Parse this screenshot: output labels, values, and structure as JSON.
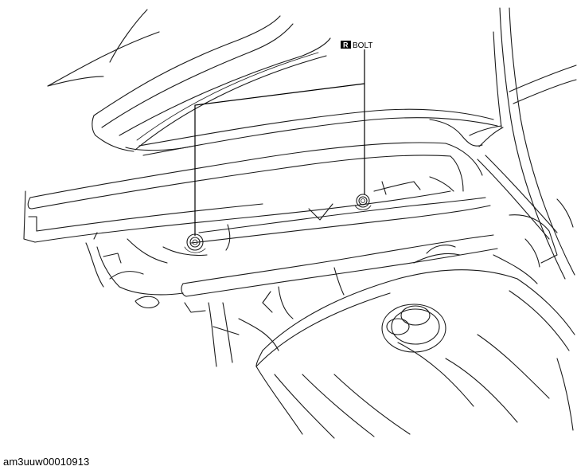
{
  "callout": {
    "badge": "R",
    "label": "BOLT"
  },
  "figure": {
    "id": "am3uuw00010913"
  },
  "parts": {
    "bolt_count": 2
  }
}
